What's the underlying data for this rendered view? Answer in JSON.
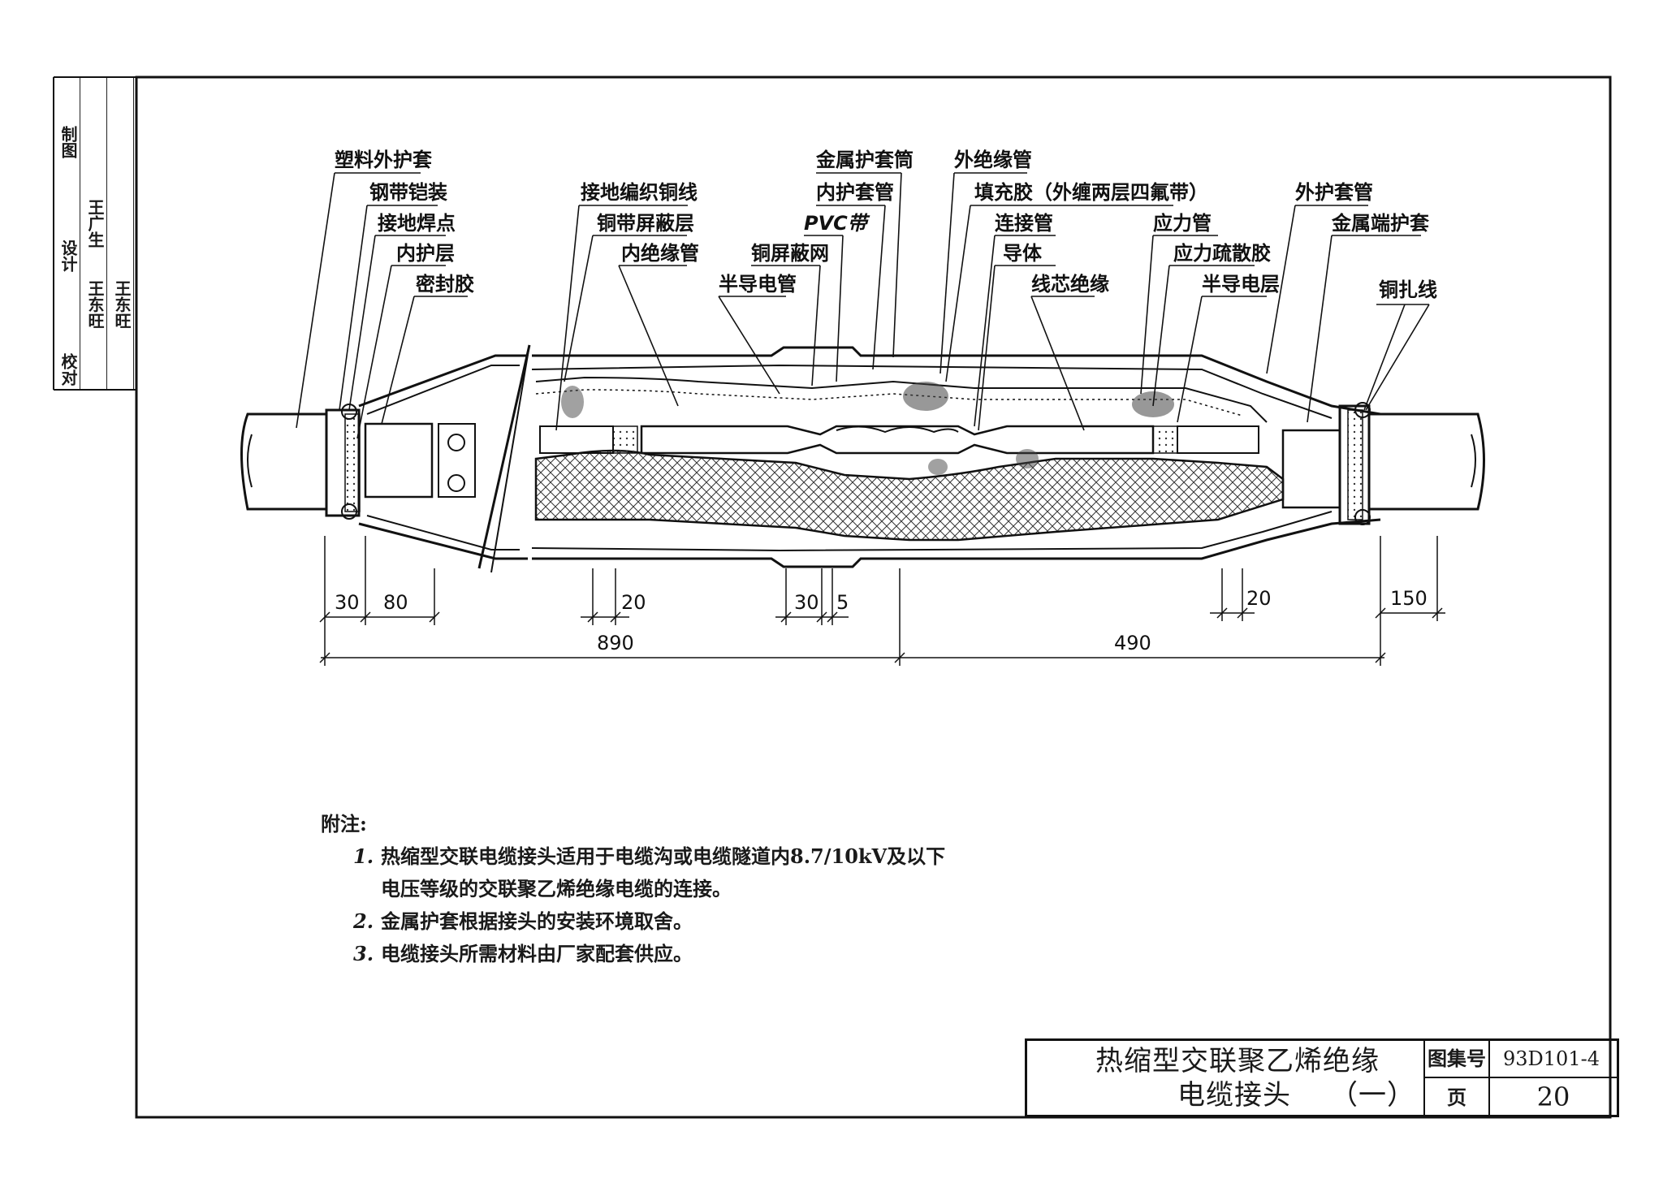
{
  "sidebar": {
    "roles": [
      "校对",
      "设计",
      "制图"
    ],
    "names": [
      "王广生",
      "王东旺",
      "王东旺"
    ]
  },
  "labels": {
    "plastic_sheath": "塑料外护套",
    "steel_armor": "钢带铠装",
    "ground_weld": "接地焊点",
    "inner_layer": "内护层",
    "sealant": "密封胶",
    "ground_braid": "接地编织铜线",
    "copper_tape_shield": "铜带屏蔽层",
    "inner_insulation_tube": "内绝缘管",
    "semi_conductive_tube": "半导电管",
    "copper_mesh": "铜屏蔽网",
    "pvc_tape": "PVC带",
    "inner_sheath_tube": "内护套管",
    "metal_sheath_tube": "金属护套筒",
    "outer_insulation_tube": "外绝缘管",
    "filler": "填充胶（外缠两层四氟带）",
    "connector": "连接管",
    "conductor": "导体",
    "core_insulation": "线芯绝缘",
    "stress_tube": "应力管",
    "stress_grading": "应力疏散胶",
    "semi_conductive_layer": "半导电层",
    "outer_sheath_tube": "外护套管",
    "metal_end_sheath": "金属端护套",
    "copper_binding": "铜扎线"
  },
  "dimensions": {
    "d30a": "30",
    "d80": "80",
    "d20a": "20",
    "d30b": "30",
    "d5": "5",
    "d20b": "20",
    "d150": "150",
    "d890": "890",
    "d490": "490"
  },
  "notes": {
    "heading": "附注:",
    "items": [
      {
        "num": "1.",
        "line1": "热缩型交联电缆接头适用于电缆沟或电缆隧道内8.7/10kV及以下",
        "line2": "电压等级的交联聚乙烯绝缘电缆的连接。"
      },
      {
        "num": "2.",
        "line1": "金属护套根据接头的安装环境取舍。"
      },
      {
        "num": "3.",
        "line1": "电缆接头所需材料由厂家配套供应。"
      }
    ]
  },
  "title_block": {
    "title_line1": "热缩型交联聚乙烯绝缘",
    "title_line2": "电缆接头",
    "title_revision": "（一）",
    "atlas_label": "图集号",
    "atlas_value": "93D101-4",
    "page_label": "页",
    "page_value": "20"
  }
}
